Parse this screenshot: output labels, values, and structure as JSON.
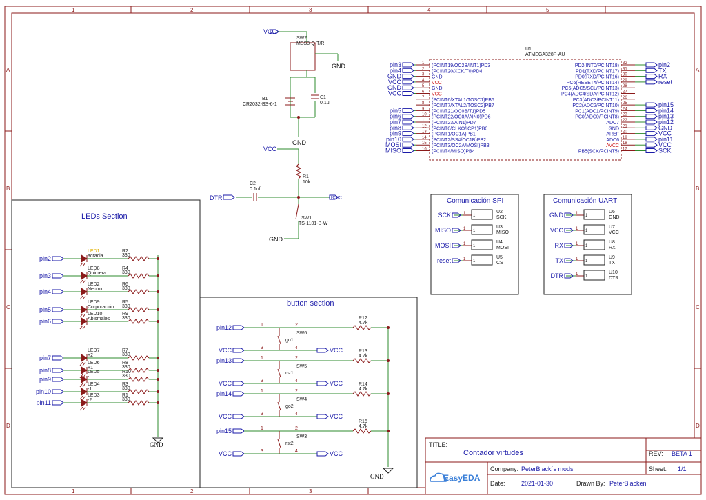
{
  "frame": {
    "cols": [
      "1",
      "2",
      "3",
      "4",
      "5"
    ],
    "rows": [
      "A",
      "B",
      "C",
      "D"
    ]
  },
  "title_block": {
    "title_label": "TITLE:",
    "title": "Contador virtudes",
    "rev_label": "REV:",
    "rev": "BETA 1",
    "company_label": "Company:",
    "company": "PeterBlack´s mods",
    "sheet_label": "Sheet:",
    "sheet": "1/1",
    "date_label": "Date:",
    "date": "2021-01-30",
    "drawn_label": "Drawn By:",
    "drawn": "PeterBlacken",
    "logo": "EasyEDA"
  },
  "power": {
    "sw2_name": "SW2",
    "sw2_part": "MSS3-Q-T/R",
    "b1_name": "B1",
    "b1_part": "CR2032-BS-6-1",
    "c1_name": "C1",
    "c1_val": "0.1u",
    "vcc": "VCC",
    "gnd": "GND"
  },
  "reset": {
    "c2_name": "C2",
    "c2_val": "0.1uf",
    "r1_name": "R1",
    "r1_val": "10k",
    "sw1_name": "SW1",
    "sw1_part": "TS-1101-B-W",
    "dtr": "DTR",
    "reset": "reset"
  },
  "mcu": {
    "ref": "U1",
    "part": "ATMEGA328P-AU",
    "left_nets": [
      "pin3",
      "pin4",
      "GND",
      "VCC",
      "GND",
      "VCC",
      "",
      "",
      "pin5",
      "pin6",
      "pin7",
      "pin8",
      "pin9",
      "pin10",
      "MOSI",
      "MISO"
    ],
    "left_nums": [
      "1",
      "2",
      "3",
      "4",
      "5",
      "6",
      "7",
      "8",
      "9",
      "10",
      "11",
      "12",
      "13",
      "14",
      "15",
      "16"
    ],
    "left_pins": [
      "(PCINT19/OC2B/INT1)PD3",
      "(PCINT20/XCK/T0)PD4",
      "GND",
      "VCC",
      "GND",
      "VCC",
      "(PCINT6/XTAL1/TOSC1)PB6",
      "(PCINT7/XTAL2/TOSC2)PB7",
      "(PCINT21/OC0B/T1)PD5",
      "(PCINT22/OC0A/AIN0)PD6",
      "(PCINT23/AIN1)PD7",
      "(PCINT0/CLKO/ICP1)PB0",
      "(PCINT1/OC1A)PB1",
      "(PCINT2/SS#/OC1B)PB2",
      "(PCINT3/OC2A/MOSI)PB3",
      "(PCINT4/MISO)PB4"
    ],
    "right_pins": [
      "PD2(INT0/PCINT18)",
      "PD1(TXD/PCINT17)",
      "PD0(RXD/PCINT16)",
      "PC6(RESET#/PCINT14)",
      "PC5(ADC5/SCL/PCINT13)",
      "PC4(ADC4/SDA/PCINT12)",
      "PC3(ADC3/PCINT11)",
      "PC2(ADC2/PCINT10)",
      "PC1(ADC1/PCINT9)",
      "PC0(ADC0/PCINT8)",
      "ADC7",
      "GND",
      "AREF",
      "ADC6",
      "AVCC",
      "PB5(SCK/PCINT5)"
    ],
    "right_nums": [
      "32",
      "31",
      "30",
      "29",
      "28",
      "27",
      "26",
      "25",
      "24",
      "23",
      "22",
      "21",
      "20",
      "19",
      "18",
      "17"
    ],
    "right_nets": [
      "pin2",
      "TX",
      "RX",
      "reset",
      "",
      "",
      "",
      "pin15",
      "pin14",
      "pin13",
      "pin12",
      "GND",
      "VCC",
      "pin11",
      "VCC",
      "SCK"
    ]
  },
  "spi": {
    "title": "Comunicación SPI",
    "items": [
      {
        "net": "SCK",
        "ref": "U2",
        "label": "SCK"
      },
      {
        "net": "MISO",
        "ref": "U3",
        "label": "MISO"
      },
      {
        "net": "MOSI",
        "ref": "U4",
        "label": "MOSI"
      },
      {
        "net": "reset",
        "ref": "U5",
        "label": "CS"
      }
    ]
  },
  "uart": {
    "title": "Comunicación UART",
    "items": [
      {
        "net": "GND",
        "ref": "U6",
        "label": "GND"
      },
      {
        "net": "VCC",
        "ref": "U7",
        "label": "VCC"
      },
      {
        "net": "RX",
        "ref": "U8",
        "label": "RX"
      },
      {
        "net": "TX",
        "ref": "U9",
        "label": "TX"
      },
      {
        "net": "DTR",
        "ref": "U10",
        "label": "DTR"
      }
    ]
  },
  "leds": {
    "title": "LEDs Section",
    "items": [
      {
        "pin": "pin2",
        "led": "LED1",
        "name": "acracia",
        "res": "R2",
        "val": "330"
      },
      {
        "pin": "pin3",
        "led": "LED8",
        "name": "Quimera",
        "res": "R4",
        "val": "330"
      },
      {
        "pin": "pin4",
        "led": "LED2",
        "name": "Neutro",
        "res": "R6",
        "val": "330"
      },
      {
        "pin": "pin5",
        "led": "LED9",
        "name": "Corporación",
        "res": "R5",
        "val": "330"
      },
      {
        "pin": "pin6",
        "led": "LED10",
        "name": "Abismales",
        "res": "R9",
        "val": "330"
      },
      {
        "pin": "pin7",
        "led": "LED7",
        "name": "+2",
        "res": "R7",
        "val": "330"
      },
      {
        "pin": "pin8",
        "led": "LED6",
        "name": "+1",
        "res": "R8",
        "val": "330"
      },
      {
        "pin": "pin9",
        "led": "LED5",
        "name": "-",
        "res": "R10",
        "val": "330"
      },
      {
        "pin": "pin10",
        "led": "LED4",
        "name": "-1",
        "res": "R3",
        "val": "330"
      },
      {
        "pin": "pin11",
        "led": "LED3",
        "name": "-2",
        "res": "R1",
        "val": "330"
      }
    ],
    "gnd": "GND"
  },
  "buttons": {
    "title": "button section",
    "items": [
      {
        "pin": "pin12",
        "sw": "SW6",
        "name": "go1",
        "res": "R12",
        "val": "4.7k"
      },
      {
        "pin": "pin13",
        "sw": "SW5",
        "name": "rst1",
        "res": "R13",
        "val": "4.7k"
      },
      {
        "pin": "pin14",
        "sw": "SW4",
        "name": "go2",
        "res": "R14",
        "val": "4.7k"
      },
      {
        "pin": "pin15",
        "sw": "SW3",
        "name": "rst2",
        "res": "R15",
        "val": "4.7k"
      }
    ],
    "vcc": "VCC",
    "gnd": "GND"
  },
  "colors": {
    "wire": "#2e8b2e",
    "part": "#8b1a1a",
    "net": "#1a1aa8",
    "frame": "#8b1a1a"
  }
}
